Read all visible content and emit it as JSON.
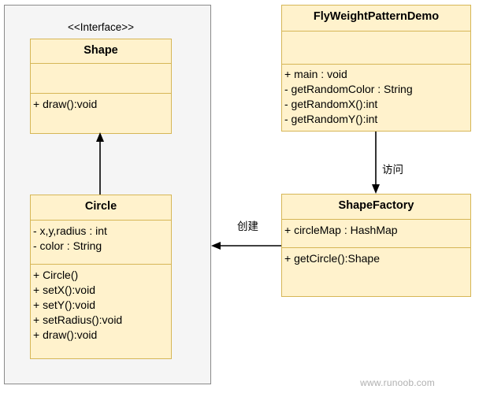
{
  "interface_stereotype": "<<Interface>>",
  "shape": {
    "title": "Shape",
    "methods": [
      "+ draw():void"
    ]
  },
  "circle": {
    "title": "Circle",
    "attributes": [
      "- x,y,radius : int",
      "- color : String"
    ],
    "methods": [
      "+ Circle()",
      "+ setX():void",
      "+ setY():void",
      "+ setRadius():void",
      "+ draw():void"
    ]
  },
  "demo": {
    "title": "FlyWeightPatternDemo",
    "methods": [
      "+ main : void",
      "- getRandomColor : String",
      "- getRandomX():int",
      "- getRandomY():int"
    ]
  },
  "factory": {
    "title": "ShapeFactory",
    "attributes": [
      "+ circleMap : HashMap"
    ],
    "methods": [
      "+ getCircle():Shape"
    ]
  },
  "edges": {
    "visit_label": "访问",
    "create_label": "创建"
  },
  "colors": {
    "class_fill": "#fff2cc",
    "class_border": "#d6b656",
    "group_fill": "#f5f5f5"
  },
  "watermark": "www.runoob.com"
}
